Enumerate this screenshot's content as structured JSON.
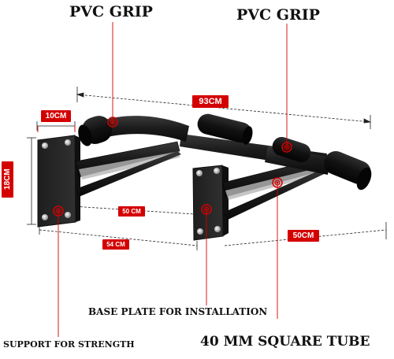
{
  "labels": {
    "pvc_grip_left": "PVC GRIP",
    "pvc_grip_right": "PVC GRIP",
    "base_plate": "BASE PLATE FOR INSTALLATION",
    "support": "SUPPORT FOR STRENGTH",
    "square_tube": "40 MM SQUARE TUBE"
  },
  "dimensions": {
    "plate_width": "10CM",
    "overall_width": "93CM",
    "height": "18CM",
    "inner_gap": "50 CM",
    "outer_span": "54 CM",
    "depth": "50CM"
  },
  "colors": {
    "accent": "#d40000",
    "bar": "#1a1a1a",
    "plate": "#262626",
    "steel": "#c8c8c8"
  }
}
